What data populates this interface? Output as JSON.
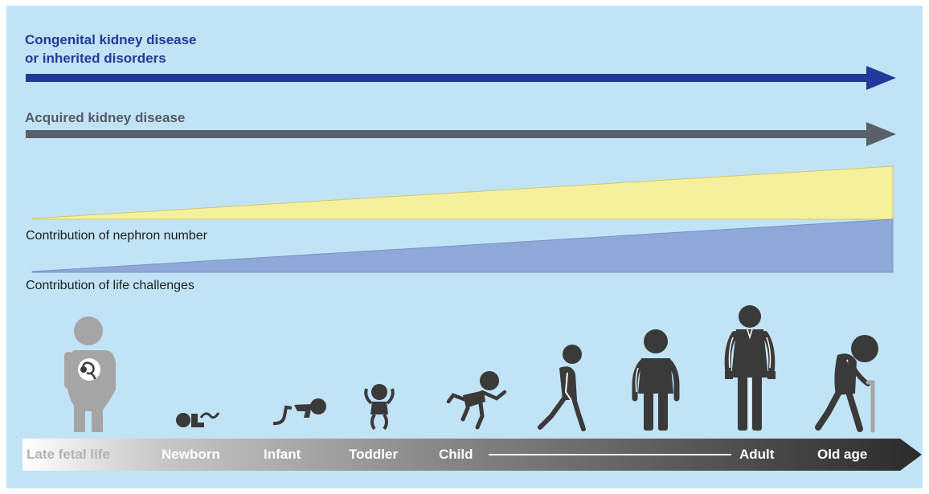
{
  "colors": {
    "background": "#c1e3f6",
    "congenital_arrow": "#23399a",
    "acquired_arrow": "#5a5f69",
    "nephron_wedge": "#f4f09c",
    "life_wedge": "#8ea8d8",
    "figure_light": "#a5a5a5",
    "figure_dark": "#3a3a3a"
  },
  "disease": {
    "congenital_line1": "Congenital kidney disease",
    "congenital_line2": "or inherited disorders",
    "acquired": "Acquired kidney disease"
  },
  "contributions": {
    "nephron": "Contribution of nephron number",
    "life": "Contribution of life challenges"
  },
  "stages": [
    {
      "label": "Late fetal life",
      "color": "#b3b3b3"
    },
    {
      "label": "Newborn",
      "color": "#ffffff"
    },
    {
      "label": "Infant",
      "color": "#ffffff"
    },
    {
      "label": "Toddler",
      "color": "#ffffff"
    },
    {
      "label": "Child",
      "color": "#ffffff"
    },
    {
      "label": "Adult",
      "color": "#ffffff"
    },
    {
      "label": "Old age",
      "color": "#ffffff"
    }
  ]
}
